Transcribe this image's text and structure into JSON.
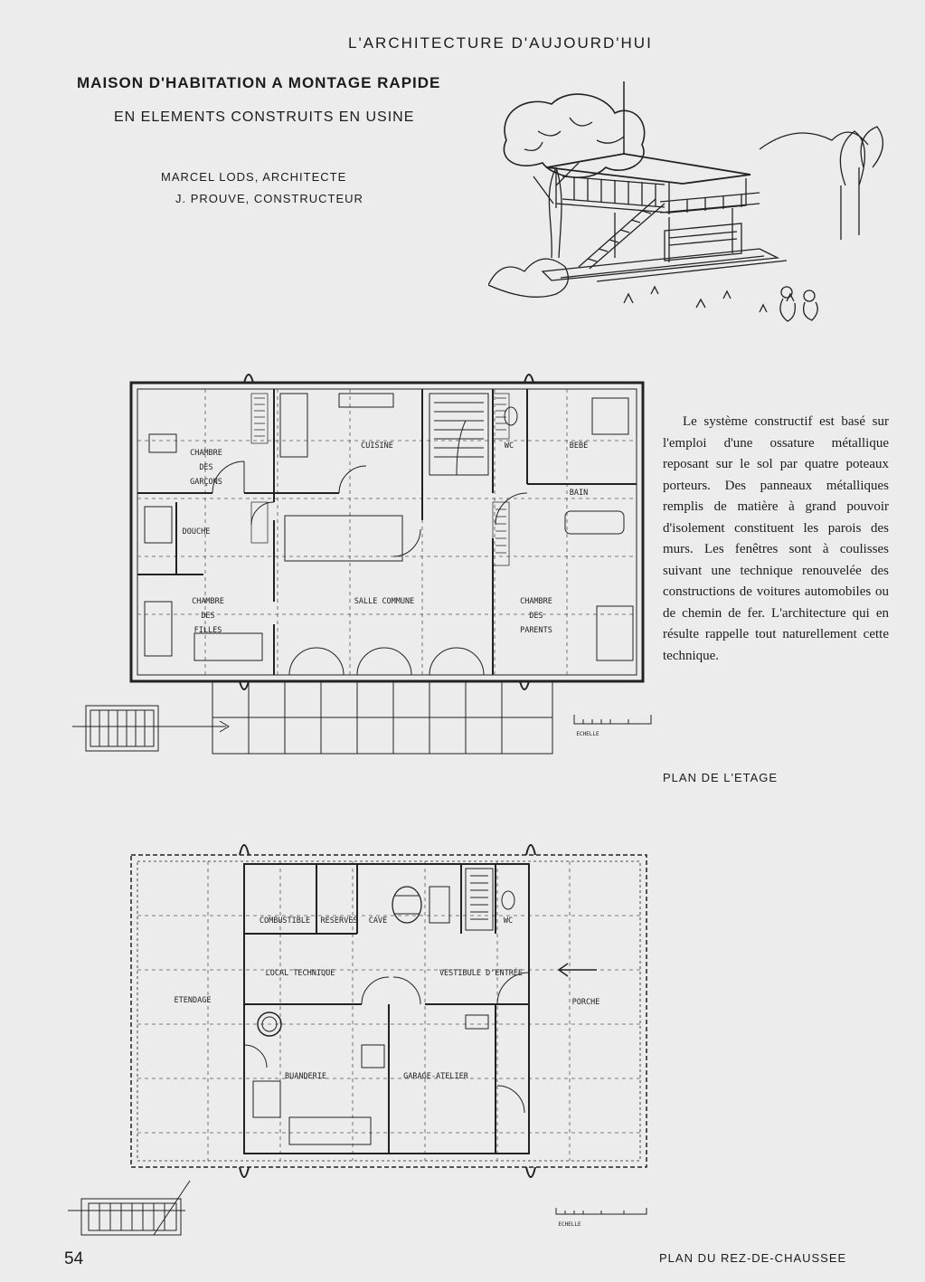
{
  "header": {
    "journal": "L'ARCHITECTURE D'AUJOURD'HUI",
    "title": "MAISON D'HABITATION A MONTAGE RAPIDE",
    "subtitle": "EN ELEMENTS CONSTRUITS EN USINE",
    "architect": "MARCEL LODS, ARCHITECTE",
    "constructor": "J. PROUVE, CONSTRUCTEUR"
  },
  "body_text": "Le système constructif est basé sur l'emploi d'une ossature métallique reposant sur le sol par quatre poteaux porteurs. Des panneaux métalliques remplis de matière à grand pouvoir d'isolement constituent les parois des murs. Les fenêtres sont à coulisses suivant une technique renouvelée des constructions de voitures automobiles ou de chemin de fer. L'architecture qui en résulte rappelle tout naturellement cette technique.",
  "upper_plan": {
    "caption": "PLAN DE L'ETAGE",
    "rooms": {
      "chambre_garcons": [
        "CHAMBRE",
        "DES",
        "GARÇONS"
      ],
      "cuisine": "CUISINE",
      "wc": "WC",
      "bebe": "BEBÉ",
      "bain": "BAIN",
      "douche": "DOUCHE",
      "chambre_filles": [
        "CHAMBRE",
        "DES",
        "FILLES"
      ],
      "salle_commune": "SALLE COMMUNE",
      "chambre_parents": [
        "CHAMBRE",
        "DES",
        "PARENTS"
      ]
    },
    "scale_label": "ECHELLE"
  },
  "lower_plan": {
    "caption": "PLAN DU REZ-DE-CHAUSSEE",
    "rooms": {
      "combustible": "COMBUSTIBLE",
      "reserves": "RESERVES",
      "cave": "CAVE",
      "wc": "WC",
      "local_technique": "LOCAL TECHNIQUE",
      "vestibule": "VESTIBULE D'ENTRÉE",
      "etendage": "ETENDAGE",
      "porche": "PORCHE",
      "buanderie": "BUANDERIE",
      "garage": "GARAGE-ATELIER"
    },
    "scale_label": "ECHELLE"
  },
  "page_number": "54"
}
